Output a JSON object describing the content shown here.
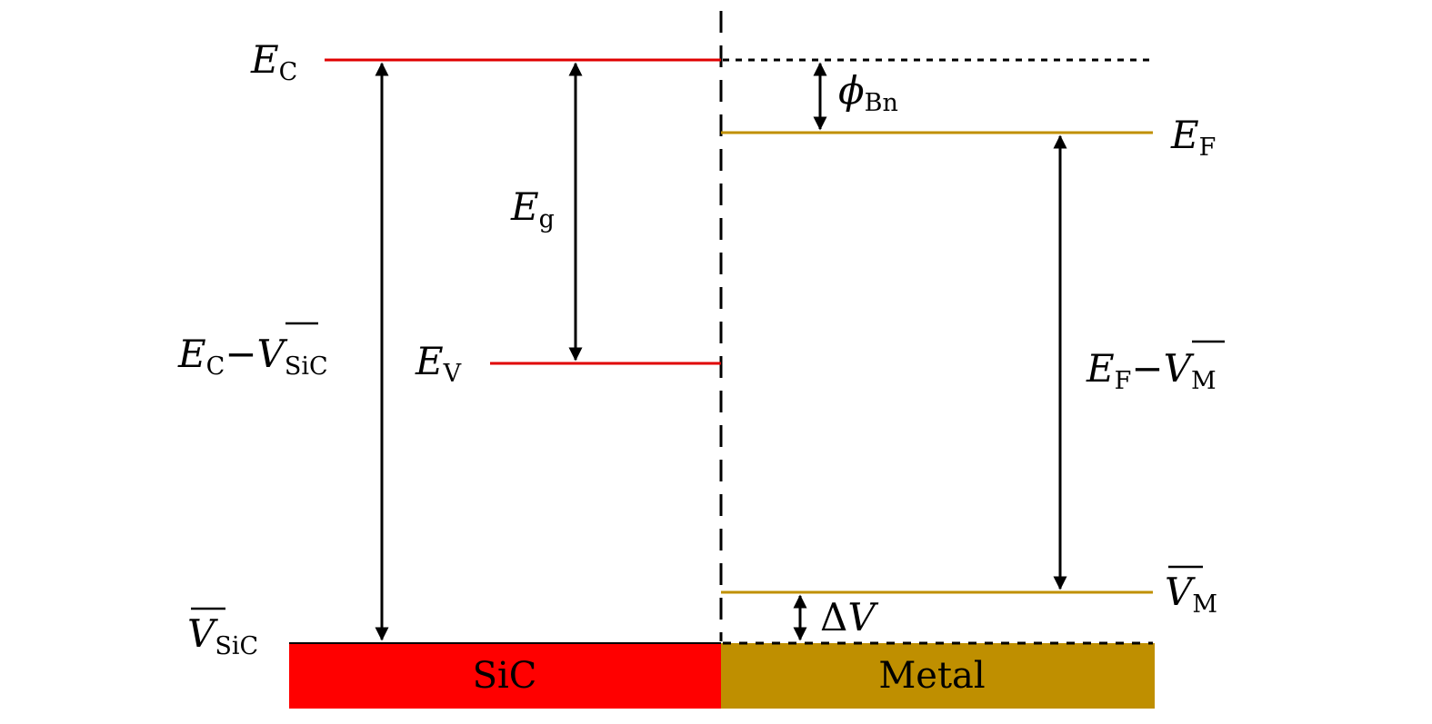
{
  "colors": {
    "sic_red": "#ff0000",
    "sic_line": "#e00000",
    "metal_gold": "#bf8f00",
    "metal_line": "#c09000",
    "ink": "#000000"
  },
  "labels": {
    "ec": {
      "main": "E",
      "sub": "C"
    },
    "ev": {
      "main": "E",
      "sub": "V"
    },
    "eg": {
      "main": "E",
      "sub": "g"
    },
    "ec_minus_vsic": {
      "main": "E",
      "sub": "C",
      "op": "−",
      "main2": "V",
      "sub2": "SiC"
    },
    "vsic": {
      "main": "V",
      "sub": "SiC"
    },
    "ef": {
      "main": "E",
      "sub": "F"
    },
    "ef_minus_vm": {
      "main": "E",
      "sub": "F",
      "op": "−",
      "main2": "V",
      "sub2": "M"
    },
    "vm": {
      "main": "V",
      "sub": "M"
    },
    "phi_bn": {
      "main": "ϕ",
      "sub": "Bn"
    },
    "delta_v": {
      "delta": "Δ",
      "main": "V"
    }
  },
  "blocks": {
    "sic": "SiC",
    "metal": "Metal"
  }
}
